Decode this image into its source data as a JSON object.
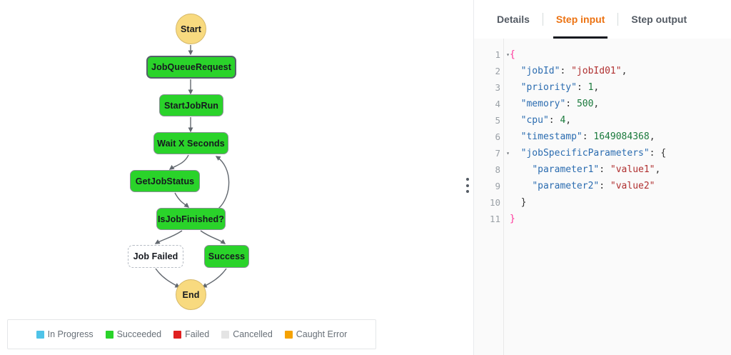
{
  "graph": {
    "nodes": [
      {
        "id": "start",
        "label": "Start",
        "kind": "terminal",
        "state": "caught-error"
      },
      {
        "id": "jobqueue",
        "label": "JobQueueRequest",
        "kind": "task",
        "state": "succeeded",
        "selected": true
      },
      {
        "id": "startjob",
        "label": "StartJobRun",
        "kind": "task",
        "state": "succeeded"
      },
      {
        "id": "wait",
        "label": "Wait X Seconds",
        "kind": "task",
        "state": "succeeded"
      },
      {
        "id": "getstatus",
        "label": "GetJobStatus",
        "kind": "task",
        "state": "succeeded"
      },
      {
        "id": "isfinished",
        "label": "IsJobFinished?",
        "kind": "task",
        "state": "succeeded"
      },
      {
        "id": "jobfailed",
        "label": "Job Failed",
        "kind": "inactive",
        "state": "not-run"
      },
      {
        "id": "success",
        "label": "Success",
        "kind": "task",
        "state": "succeeded"
      },
      {
        "id": "end",
        "label": "End",
        "kind": "terminal",
        "state": "caught-error"
      }
    ]
  },
  "legend": {
    "items": [
      {
        "label": "In Progress",
        "color": "#4fc3e8"
      },
      {
        "label": "Succeeded",
        "color": "#2ad32a"
      },
      {
        "label": "Failed",
        "color": "#e02020"
      },
      {
        "label": "Cancelled",
        "color": "#e4e4e4"
      },
      {
        "label": "Caught Error",
        "color": "#f5a201"
      }
    ]
  },
  "detail": {
    "tabs": [
      {
        "label": "Details",
        "active": false
      },
      {
        "label": "Step input",
        "active": true
      },
      {
        "label": "Step output",
        "active": false
      }
    ],
    "accent_color": "#ec7211",
    "code": {
      "line_numbers": [
        "1",
        "2",
        "3",
        "4",
        "5",
        "6",
        "7",
        "8",
        "9",
        "10",
        "11"
      ],
      "fold_lines": [
        1,
        7
      ],
      "fold_glyph": "▾",
      "lines": [
        [
          {
            "t": "{",
            "c": "brace"
          }
        ],
        [
          {
            "t": "  ",
            "c": "punc"
          },
          {
            "t": "\"jobId\"",
            "c": "key"
          },
          {
            "t": ": ",
            "c": "punc"
          },
          {
            "t": "\"jobId01\"",
            "c": "str"
          },
          {
            "t": ",",
            "c": "punc"
          }
        ],
        [
          {
            "t": "  ",
            "c": "punc"
          },
          {
            "t": "\"priority\"",
            "c": "key"
          },
          {
            "t": ": ",
            "c": "punc"
          },
          {
            "t": "1",
            "c": "num"
          },
          {
            "t": ",",
            "c": "punc"
          }
        ],
        [
          {
            "t": "  ",
            "c": "punc"
          },
          {
            "t": "\"memory\"",
            "c": "key"
          },
          {
            "t": ": ",
            "c": "punc"
          },
          {
            "t": "500",
            "c": "num"
          },
          {
            "t": ",",
            "c": "punc"
          }
        ],
        [
          {
            "t": "  ",
            "c": "punc"
          },
          {
            "t": "\"cpu\"",
            "c": "key"
          },
          {
            "t": ": ",
            "c": "punc"
          },
          {
            "t": "4",
            "c": "num"
          },
          {
            "t": ",",
            "c": "punc"
          }
        ],
        [
          {
            "t": "  ",
            "c": "punc"
          },
          {
            "t": "\"timestamp\"",
            "c": "key"
          },
          {
            "t": ": ",
            "c": "punc"
          },
          {
            "t": "1649084368",
            "c": "num"
          },
          {
            "t": ",",
            "c": "punc"
          }
        ],
        [
          {
            "t": "  ",
            "c": "punc"
          },
          {
            "t": "\"jobSpecificParameters\"",
            "c": "key"
          },
          {
            "t": ": ",
            "c": "punc"
          },
          {
            "t": "{",
            "c": "brace-d"
          }
        ],
        [
          {
            "t": "    ",
            "c": "punc"
          },
          {
            "t": "\"parameter1\"",
            "c": "key"
          },
          {
            "t": ": ",
            "c": "punc"
          },
          {
            "t": "\"value1\"",
            "c": "str"
          },
          {
            "t": ",",
            "c": "punc"
          }
        ],
        [
          {
            "t": "    ",
            "c": "punc"
          },
          {
            "t": "\"parameter2\"",
            "c": "key"
          },
          {
            "t": ": ",
            "c": "punc"
          },
          {
            "t": "\"value2\"",
            "c": "str"
          }
        ],
        [
          {
            "t": "  ",
            "c": "punc"
          },
          {
            "t": "}",
            "c": "brace-d"
          }
        ],
        [
          {
            "t": "}",
            "c": "brace"
          }
        ]
      ]
    }
  },
  "splitter": {
    "handle_name": "drag-handle"
  }
}
